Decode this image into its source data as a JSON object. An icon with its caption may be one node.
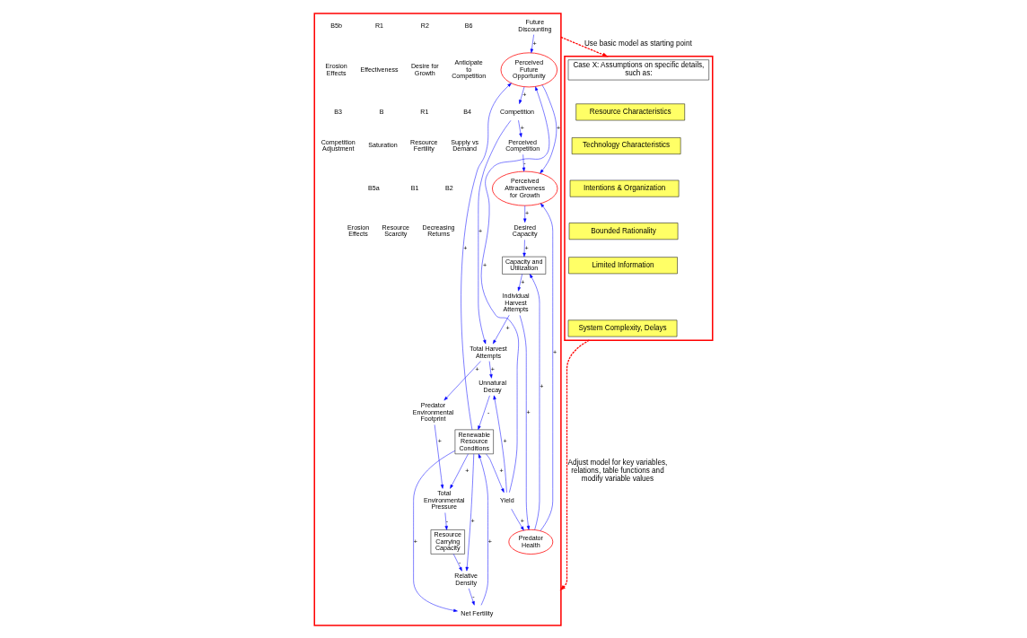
{
  "diagram": {
    "nodes": [
      {
        "text": [],
        "shape": "box"
      },
      {
        "text": [
          "Future Discounting"
        ],
        "in": 0
      },
      {
        "text": [
          "Perceived Future Opportunity"
        ],
        "in": 0
      },
      {
        "text": [
          "Competition"
        ],
        "in": 0
      },
      {
        "text": [
          "Perceived Competition"
        ],
        "in": 0
      },
      {
        "text": [
          "Perceived Attractiveness for Growth"
        ],
        "in": 0
      },
      {
        "text": [
          "Yield"
        ],
        "in": 0
      },
      {
        "text": [
          "Predator Health"
        ],
        "in": 0
      },
      {
        "text": [
          "Desired Capacity"
        ],
        "in": 0
      },
      {
        "text": [
          "Net Fertility"
        ],
        "in": 0
      },
      {
        "text": [
          "Renewable Resource Conditions"
        ],
        "in": 0
      },
      {
        "text": [
          "Capacity and Utilization"
        ],
        "in": 0
      },
      {
        "text": [
          "Unnatural Decay"
        ],
        "in": 0
      },
      {
        "text": [
          "Individual Harvest Attempts"
        ],
        "in": 0
      },
      {
        "text": [
          "Relative Density"
        ],
        "in": 0
      },
      {
        "text": [
          "Total Harvest Attempts"
        ],
        "in": 0
      },
      {
        "text": [
          "Resource Carrying Capacity"
        ],
        "in": 0
      },
      {
        "text": [
          "Predator Environmental Footprint"
        ],
        "in": 0
      },
      {
        "text": [
          "Total Environmental Pressure"
        ],
        "in": 0
      },
      {
        "text": [],
        "shape": "box"
      },
      {
        "text": [
          "Case X: Assumptions on specific details, such as:"
        ],
        "in": 19
      },
      {
        "text": [
          "Resource Characteristics"
        ],
        "in": 19
      },
      {
        "text": [
          "Technology Characteristics"
        ],
        "in": 19
      },
      {
        "text": [
          "Intentions & Organization"
        ],
        "in": 19
      },
      {
        "text": [
          "Bounded Rationality"
        ],
        "in": 19
      },
      {
        "text": [
          "Limited Information"
        ],
        "in": 19
      },
      {
        "text": [
          "System Complexity, Delays"
        ],
        "in": 19
      }
    ],
    "edges": [
      {
        "from": 0,
        "to": 19,
        "arrow": "to",
        "label": "Use basic model as starting point",
        "style": "dashed",
        "color": "#ff0000"
      },
      {
        "from": 19,
        "to": 0,
        "arrow": "to",
        "label": "Adjust model for key variables, relations, table functions and modify variable values",
        "style": "dashed",
        "color": "#ff0000"
      },
      {
        "from": 1,
        "to": 2,
        "arrow": "to",
        "label": "+"
      },
      {
        "from": 10,
        "to": 2,
        "arrow": "to",
        "label": "+"
      },
      {
        "from": 6,
        "to": 2,
        "arrow": "to",
        "label": "+"
      },
      {
        "from": 2,
        "to": 3,
        "arrow": "to",
        "label": "+"
      },
      {
        "from": 2,
        "to": 5,
        "arrow": "to",
        "label": "+"
      },
      {
        "from": 3,
        "to": 4,
        "arrow": "to",
        "label": "+"
      },
      {
        "from": 4,
        "to": 5,
        "arrow": "to",
        "label": "-"
      },
      {
        "from": 3,
        "to": 15,
        "arrow": "to",
        "label": "+"
      },
      {
        "from": 6,
        "to": 7,
        "arrow": "to",
        "label": "+"
      },
      {
        "from": 7,
        "to": 5,
        "arrow": "to",
        "label": "+"
      },
      {
        "from": 5,
        "to": 8,
        "arrow": "to",
        "label": "+"
      },
      {
        "from": 7,
        "to": 11,
        "arrow": "to",
        "label": "+"
      },
      {
        "from": 8,
        "to": 11,
        "arrow": "to",
        "label": "+"
      },
      {
        "from": 11,
        "to": 13,
        "arrow": "to",
        "label": "+"
      },
      {
        "from": 13,
        "to": 7,
        "arrow": "to",
        "label": "+"
      },
      {
        "from": 13,
        "to": 15,
        "arrow": "to",
        "label": "+"
      },
      {
        "from": 15,
        "to": 12,
        "arrow": "to",
        "label": "+"
      },
      {
        "from": 15,
        "to": 17,
        "arrow": "to",
        "label": "+"
      },
      {
        "from": 17,
        "to": 18,
        "arrow": "to",
        "label": "+"
      },
      {
        "from": 10,
        "to": 18,
        "arrow": "to",
        "label": "+"
      },
      {
        "from": 18,
        "to": 16,
        "arrow": "to",
        "label": "-"
      },
      {
        "from": 16,
        "to": 14,
        "arrow": "to",
        "label": "-"
      },
      {
        "from": 14,
        "to": 9,
        "arrow": "to",
        "label": "-"
      },
      {
        "from": 10,
        "to": 9,
        "arrow": "to",
        "label": "+"
      },
      {
        "from": 9,
        "to": 10,
        "arrow": "to",
        "label": "+"
      },
      {
        "from": 10,
        "to": 14,
        "arrow": "to",
        "label": "+"
      },
      {
        "from": 10,
        "to": 6,
        "arrow": "to",
        "label": "+"
      },
      {
        "from": 6,
        "to": 12,
        "arrow": "to",
        "label": "+"
      },
      {
        "from": 12,
        "to": 10,
        "arrow": "to",
        "label": "-"
      }
    ],
    "labels": [
      "B6",
      "Anticipate to Competition",
      "B4",
      "Supply vs Demand",
      "B2",
      "Decreasing Returns",
      "R2",
      "Desire for Growth",
      "R1",
      "Resource Fertility",
      "B1",
      "Resource Scarcity",
      "R1",
      "Effectiveness",
      "B",
      "Saturation",
      "B5a",
      "Erosion Effects",
      "B5b",
      "Erosion Effects",
      "B3",
      "Competition Adjustment"
    ]
  }
}
